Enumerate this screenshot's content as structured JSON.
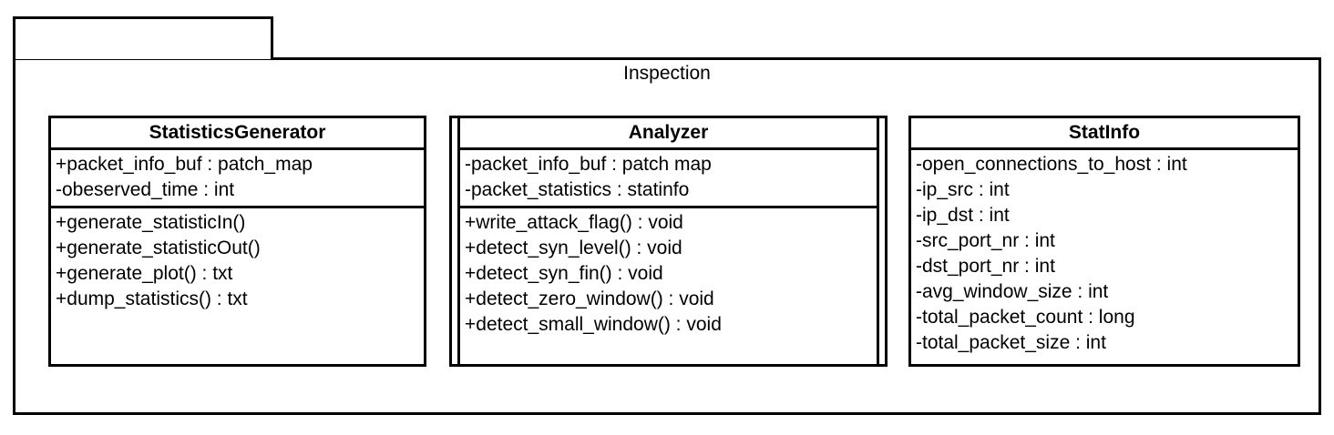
{
  "diagram": {
    "type": "uml-class-diagram",
    "package": {
      "name": "Inspection"
    },
    "classes": [
      {
        "id": "statistics-generator",
        "name": "StatisticsGenerator",
        "attributes": [
          "+packet_info_buf : patch_map",
          "-obeserved_time : int"
        ],
        "methods": [
          "+generate_statisticIn()",
          "+generate_statisticOut()",
          "+generate_plot() : txt",
          "+dump_statistics() : txt"
        ]
      },
      {
        "id": "analyzer",
        "name": "Analyzer",
        "attributes": [
          "-packet_info_buf : patch map",
          "-packet_statistics : statinfo"
        ],
        "methods": [
          "+write_attack_flag() : void",
          "+detect_syn_level() : void",
          "+detect_syn_fin() : void",
          "+detect_zero_window() : void",
          "+detect_small_window() : void"
        ]
      },
      {
        "id": "stat-info",
        "name": "StatInfo",
        "attributes": [
          "-open_connections_to_host : int",
          "-ip_src : int",
          "-ip_dst : int",
          "-src_port_nr : int",
          "-dst_port_nr : int",
          "-avg_window_size : int",
          "-total_packet_count : long",
          "-total_packet_size : int"
        ],
        "methods": []
      }
    ],
    "colors": {
      "stroke": "#000000",
      "fill": "#ffffff",
      "text": "#000000"
    }
  }
}
